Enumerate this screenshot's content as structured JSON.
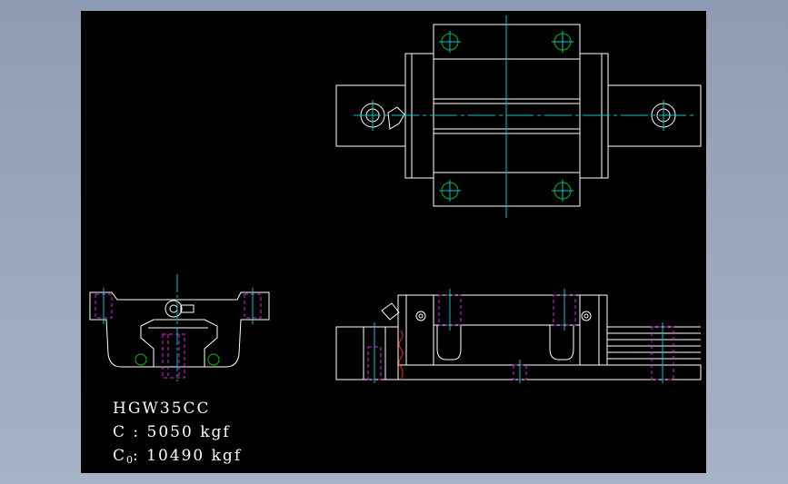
{
  "drawing": {
    "model": "HGW35CC",
    "dynamic_load_label": "C : 5050 kgf",
    "static_load_prefix": "C",
    "static_load_sub": "0",
    "static_load_value": ": 10490 kgf"
  },
  "colors": {
    "background": "#000000",
    "outline": "#ffffff",
    "centerline": "#00c8c8",
    "hidden": "#e020e0",
    "holes": "#00c000",
    "cut": "#ff2020"
  }
}
